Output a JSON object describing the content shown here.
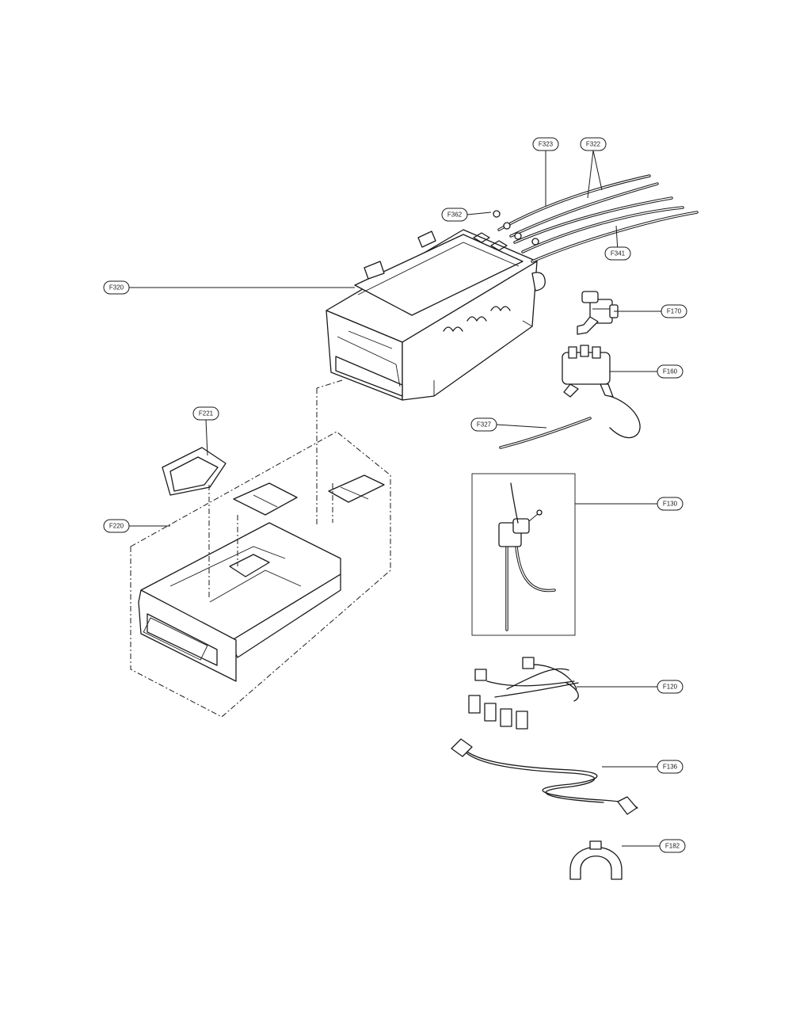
{
  "callouts": {
    "f323": "F323",
    "f322": "F322",
    "f362": "F362",
    "f341": "F341",
    "f320": "F320",
    "f170": "F170",
    "f160": "F160",
    "f327": "F327",
    "f221": "F221",
    "f220": "F220",
    "f130": "F130",
    "f120": "F120",
    "f136": "F136",
    "f182": "F182"
  }
}
